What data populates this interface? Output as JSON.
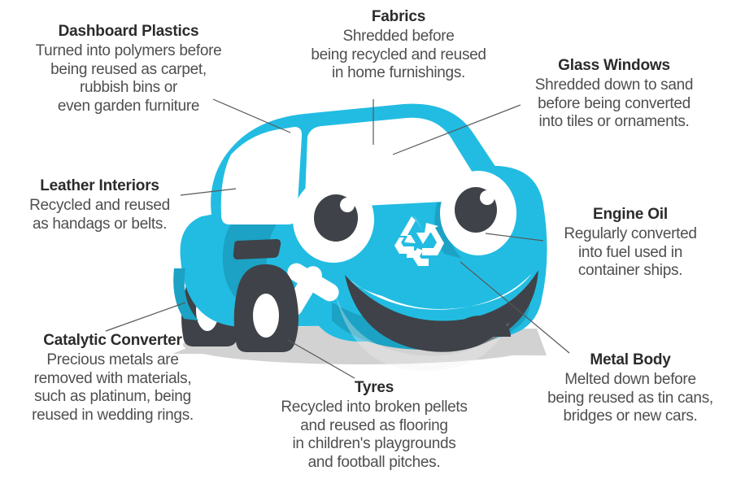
{
  "image": {
    "kind": "infographic",
    "subject": "car-recycling-parts",
    "background_color": "#ffffff"
  },
  "palette": {
    "car_body_cyan": "#22BCE2",
    "car_body_shade": "#1BA2C4",
    "dark_gray": "#3F4248",
    "shadow_gray": "#D2D2D2",
    "white": "#FFFFFF",
    "leader_line": "#58585A",
    "heading_text": "#2B2B2B",
    "body_text": "#4F4F4F"
  },
  "callouts": [
    {
      "id": "dashboard-plastics",
      "title": "Dashboard Plastics",
      "body": "Turned into polymers before\nbeing reused as carpet,\nrubbish bins or\neven garden furniture"
    },
    {
      "id": "fabrics",
      "title": "Fabrics",
      "body": "Shredded before\nbeing recycled and reused\nin home furnishings."
    },
    {
      "id": "glass-windows",
      "title": "Glass Windows",
      "body": "Shredded down to sand\nbefore being converted\ninto tiles or ornaments."
    },
    {
      "id": "leather-interiors",
      "title": "Leather Interiors",
      "body": "Recycled and reused\nas handags or belts."
    },
    {
      "id": "engine-oil",
      "title": "Engine Oil",
      "body": "Regularly converted\ninto fuel used in\ncontainer ships."
    },
    {
      "id": "catalytic-converter",
      "title": "Catalytic Converter",
      "body": "Precious metals are\nremoved with materials,\nsuch as platinum, being\nreused in wedding rings."
    },
    {
      "id": "tyres",
      "title": "Tyres",
      "body": "Recycled into broken pellets\nand reused as flooring\nin children's playgrounds\nand football pitches."
    },
    {
      "id": "metal-body",
      "title": "Metal Body",
      "body": "Melted down before\nbeing reused as tin cans,\nbridges or new cars."
    }
  ],
  "illustration": {
    "character": "smiling-cartoon-car",
    "features": [
      "left-eye",
      "right-eye",
      "recycle-symbol-nose",
      "smiling-mouth",
      "crossed-bandage-plaster",
      "front-wheel",
      "rear-wheel",
      "windshield",
      "side-window",
      "door-handle",
      "ground-shadow"
    ]
  }
}
